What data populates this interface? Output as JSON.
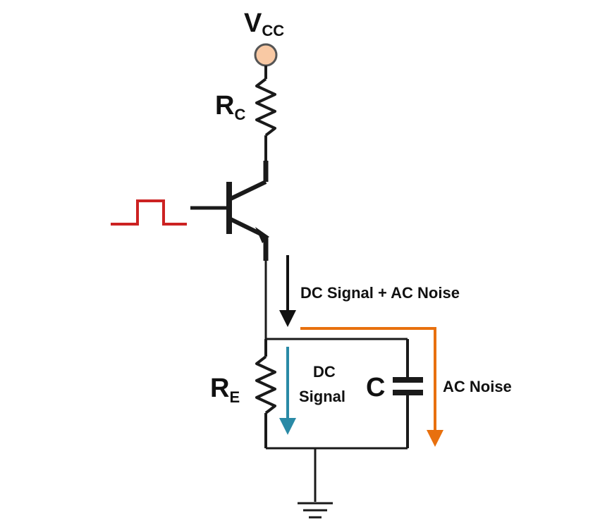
{
  "labels": {
    "vcc_main": "V",
    "vcc_sub": "CC",
    "rc_main": "R",
    "rc_sub": "C",
    "re_main": "R",
    "re_sub": "E",
    "cap": "C",
    "dc_ac": "DC Signal + AC Noise",
    "dc_line1": "DC",
    "dc_line2": "Signal",
    "ac_noise": "AC Noise"
  },
  "colors": {
    "wire": "#1a1a1a",
    "vcc_fill": "#f9c9a4",
    "vcc_stroke": "#555555",
    "pulse": "#cc2222",
    "dc_arrow": "#2a8aa6",
    "ac_arrow": "#e8700e",
    "main_arrow": "#111111"
  }
}
